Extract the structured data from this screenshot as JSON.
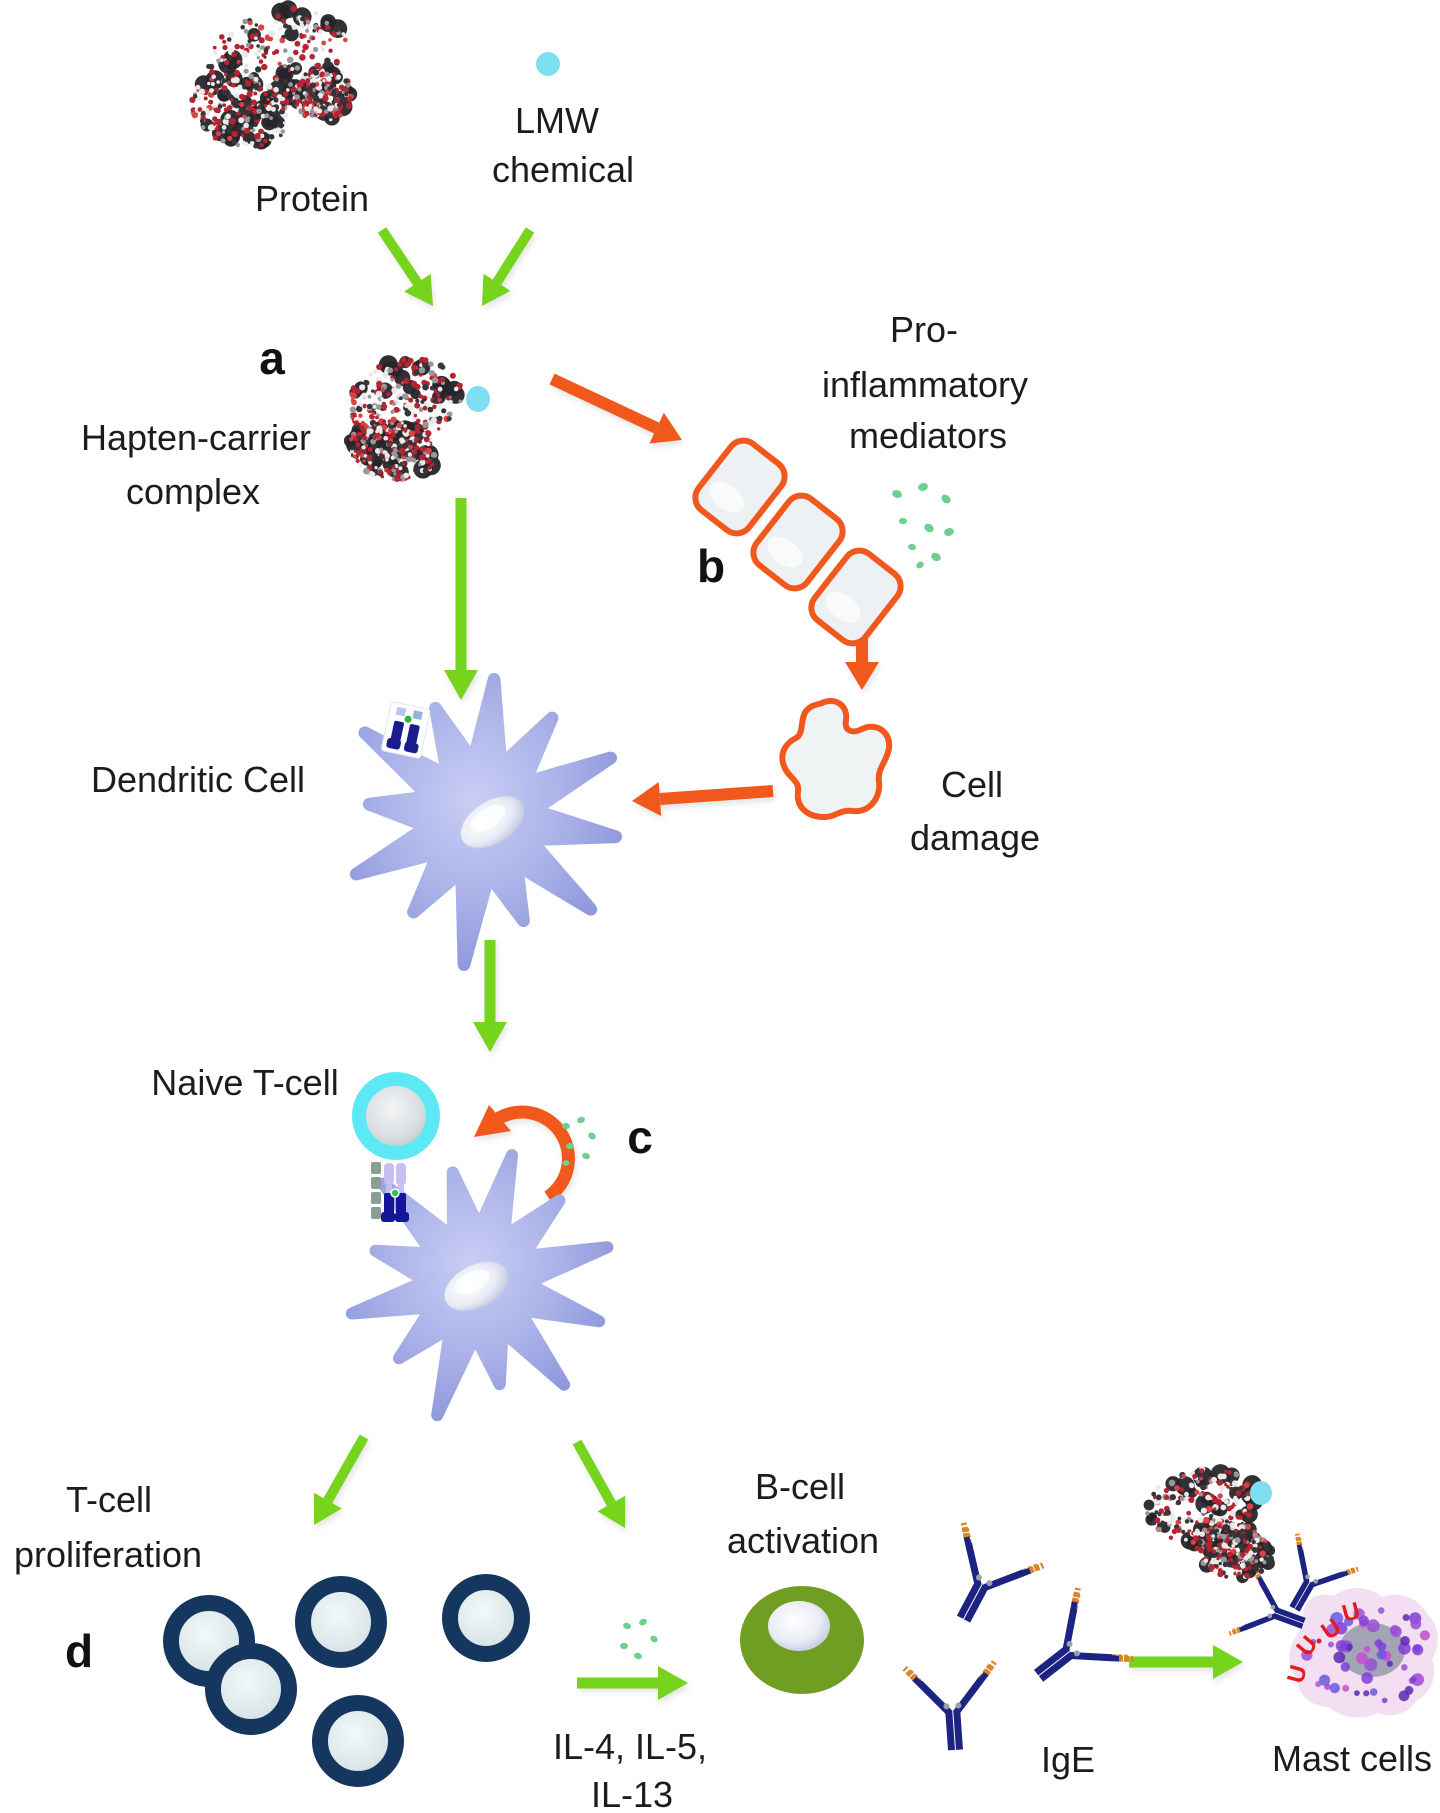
{
  "figure": {
    "type": "immunology-sensitization-pathway-diagram",
    "background": "#ffffff"
  },
  "labels": {
    "protein": "Protein",
    "lmw_chemical": [
      "LMW",
      "chemical"
    ],
    "step_a": "a",
    "hapten_carrier": [
      "Hapten-carrier",
      "complex"
    ],
    "pro_inflammatory_mediators": [
      "Pro-",
      "inflammatory",
      "mediators"
    ],
    "step_b": "b",
    "cell_damage": [
      "Cell",
      "damage"
    ],
    "dendritic_cell": "Dendritic Cell",
    "naive_t_cell": "Naive T-cell",
    "step_c": "c",
    "t_cell_proliferation": [
      "T-cell",
      "proliferation"
    ],
    "step_d": "d",
    "interleukins": [
      "IL-4, IL-5,",
      "IL-13"
    ],
    "b_cell_activation": [
      "B-cell",
      "activation"
    ],
    "ige": "IgE",
    "mast_cells": "Mast cells",
    "mast_receptor_glyph": "U"
  },
  "colors": {
    "arrow_green": "#76d41e",
    "arrow_orange": "#f0581d",
    "lmw_chemical_dot": "#7edff2",
    "mediator_dot": "#6fcf8f",
    "epithelial_outline": "#f0581d",
    "dendritic_cell_body": "#9aa3e0",
    "naive_t_ring": "#5ce9f5",
    "t_cell_ring": "#14365f",
    "b_cell_body": "#6f9e22",
    "antibody_body": "#1c2383",
    "antibody_tip": "#d8862c",
    "mast_cell_body": "#f3dff1",
    "mast_granule": "#9b4fd6",
    "mast_receptor": "#e11d1d",
    "label_text": "#1c1c1c"
  }
}
